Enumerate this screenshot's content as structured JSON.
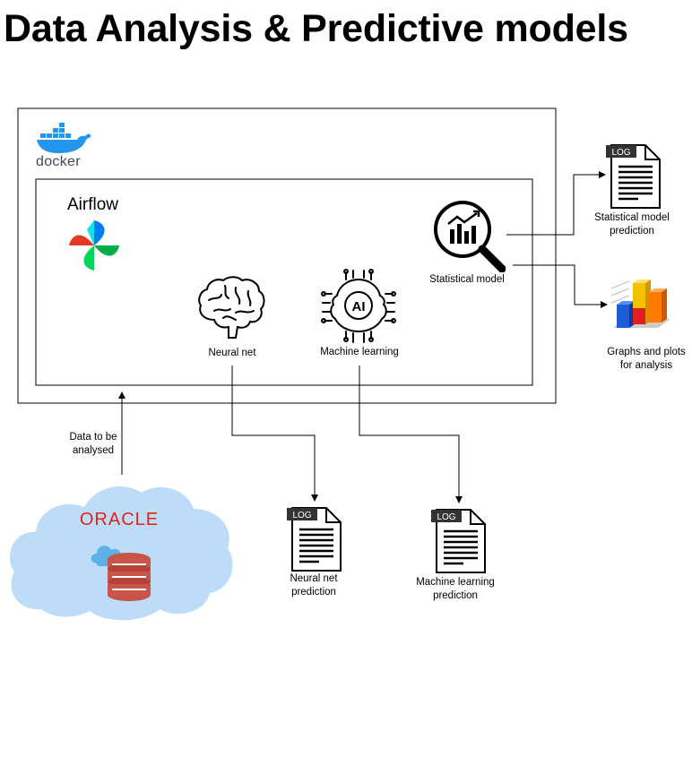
{
  "title": "Data Analysis & Predictive models",
  "docker": {
    "label": "docker"
  },
  "airflow": {
    "label": "Airflow"
  },
  "nodes": {
    "neural_net": "Neural net",
    "machine_learning": "Machine learning",
    "statistical_model": "Statistical model",
    "ai_chip_text": "AI"
  },
  "source": {
    "oracle_label": "ORACLE",
    "data_label_line1": "Data to be",
    "data_label_line2": "analysed"
  },
  "outputs": {
    "log_badge": "LOG",
    "statistical_line1": "Statistical model",
    "statistical_line2": "prediction",
    "graphs_line1": "Graphs and plots",
    "graphs_line2": "for analysis",
    "neural_line1": "Neural net",
    "neural_line2": "prediction",
    "ml_line1": "Machine learning",
    "ml_line2": "prediction"
  },
  "colors": {
    "docker_blue": "#2496ed",
    "oracle_red": "#e2231a",
    "cloud_blue": "#bcdcf7",
    "db_red": "#c9554a"
  }
}
